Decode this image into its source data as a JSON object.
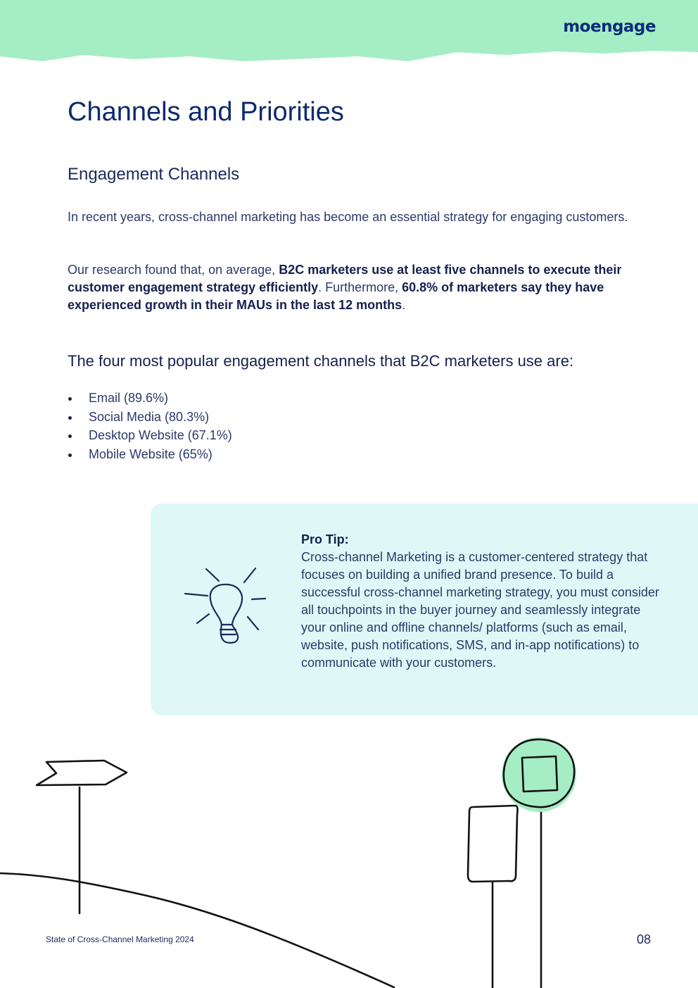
{
  "brand": {
    "logo_text": "moengage",
    "accent_color": "#a5edc4",
    "tip_background": "#e0f7f7"
  },
  "page": {
    "title": "Channels and Priorities",
    "section_title": "Engagement Channels",
    "intro": "In recent years, cross-channel marketing has become an essential strategy for engaging customers.",
    "research": {
      "lead": "Our research found that, on average, ",
      "bold_1": "B2C marketers use at least five channels to execute their customer engagement strategy efficiently",
      "middle": ". Furthermore, ",
      "bold_2": "60.8% of marketers say they have experienced growth in their MAUs in the last 12 months",
      "end": "."
    },
    "list_heading": "The four most popular engagement channels that B2C marketers use are:",
    "channels": [
      "Email (89.6%)",
      "Social Media (80.3%)",
      "Desktop Website (67.1%)",
      "Mobile Website (65%)"
    ]
  },
  "pro_tip": {
    "icon": "lightbulb-icon",
    "label": "Pro Tip:",
    "body": "Cross-channel Marketing is a customer-centered strategy that focuses on building a unified brand presence. To build a successful cross-channel marketing strategy, you must consider all touchpoints in the buyer journey and seamlessly integrate your online and offline channels/ platforms (such as email, website, push notifications, SMS, and in-app notifications) to communicate with your customers."
  },
  "footer": {
    "report_name": "State of Cross-Channel Marketing 2024",
    "page_number": "08"
  }
}
